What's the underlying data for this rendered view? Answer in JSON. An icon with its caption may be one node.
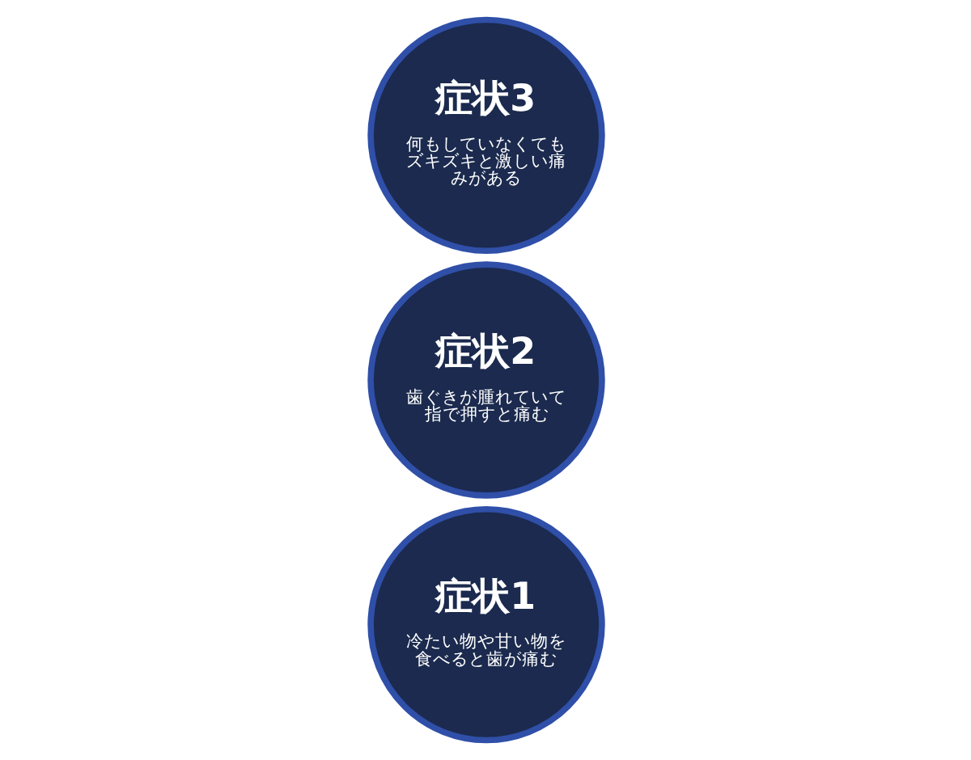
{
  "diagram": {
    "nodes": [
      {
        "text": [
          "症状1",
          "冷たい物や甘い物を食べると歯が痛む"
        ]
      },
      {
        "text": [
          "症状2",
          "歯ぐきが腫れていて指で押すと痛む"
        ]
      },
      {
        "text": [
          "症状3",
          "何もしていなくてもズキズキと激しい痛みがある"
        ]
      }
    ]
  }
}
